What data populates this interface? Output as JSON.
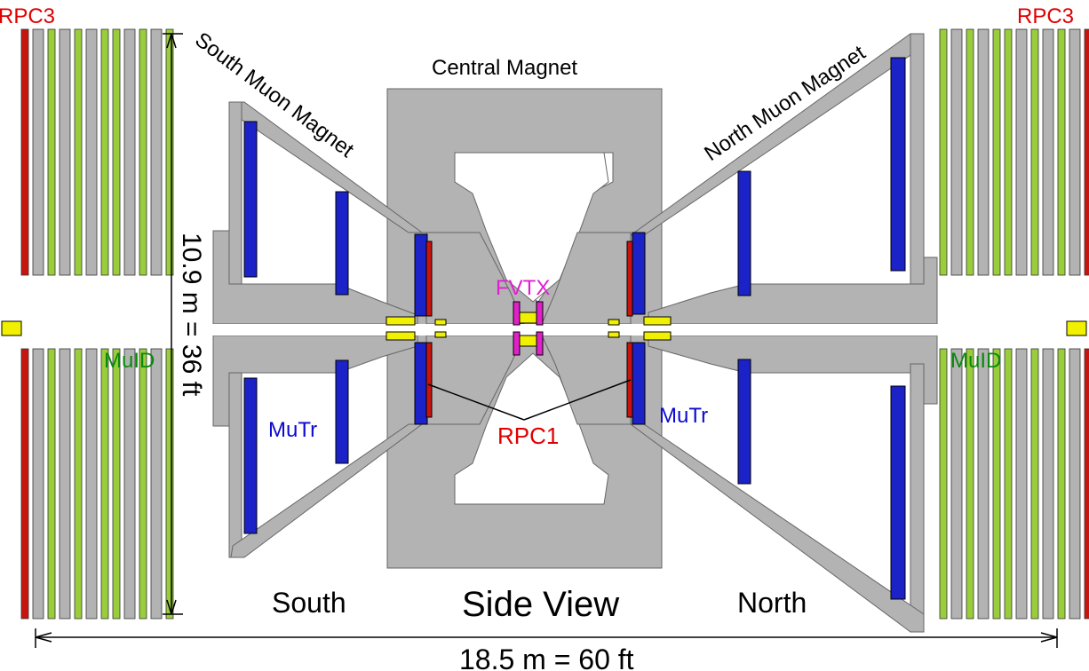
{
  "labels": {
    "rpc3_left": "RPC3",
    "rpc3_right": "RPC3",
    "central_magnet": "Central Magnet",
    "south_muon_magnet": "South Muon Magnet",
    "north_muon_magnet": "North Muon Magnet",
    "fvtx": "FVTX",
    "muid_left": "MuID",
    "muid_right": "MuID",
    "mutr_left": "MuTr",
    "mutr_right": "MuTr",
    "rpc1": "RPC1",
    "south": "South",
    "north": "North",
    "side_view": "Side View",
    "height_dim": "10.9 m =  36 ft",
    "width_dim": "18.5 m =  60 ft"
  },
  "colors": {
    "steel": "#b3b3b3",
    "mutr": "#1a22c8",
    "rpc": "#c8140e",
    "muid_green": "#9acd3c",
    "fvtx": "#e020c8",
    "beam_pipe": "#f0f000",
    "label_red": "#e00000",
    "label_green": "#0a8a0a",
    "label_blue": "#0a0ad0",
    "label_magenta": "#e020d0"
  }
}
